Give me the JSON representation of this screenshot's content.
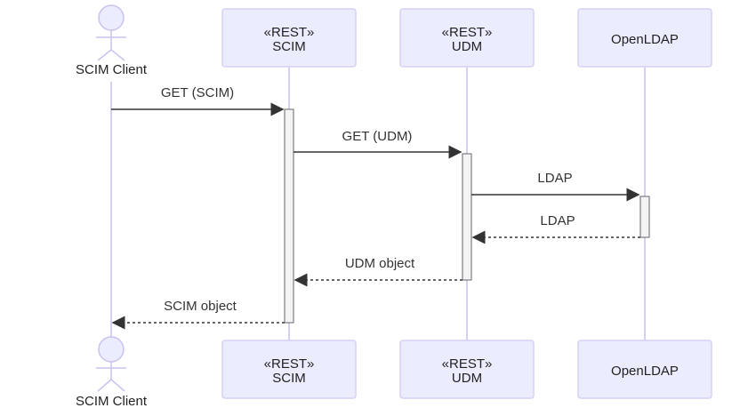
{
  "participants": [
    {
      "id": "client",
      "kind": "actor",
      "label": "SCIM Client"
    },
    {
      "id": "scim",
      "kind": "box",
      "stereotype": "«REST»",
      "label": "SCIM"
    },
    {
      "id": "udm",
      "kind": "box",
      "stereotype": "«REST»",
      "label": "UDM"
    },
    {
      "id": "ldap",
      "kind": "box",
      "stereotype": "",
      "label": "OpenLDAP"
    }
  ],
  "messages": [
    {
      "from": "client",
      "to": "scim",
      "label": "GET (SCIM)",
      "style": "solid"
    },
    {
      "from": "scim",
      "to": "udm",
      "label": "GET (UDM)",
      "style": "solid"
    },
    {
      "from": "udm",
      "to": "ldap",
      "label": "LDAP",
      "style": "solid"
    },
    {
      "from": "ldap",
      "to": "udm",
      "label": "LDAP",
      "style": "dashed"
    },
    {
      "from": "udm",
      "to": "scim",
      "label": "UDM object",
      "style": "dashed"
    },
    {
      "from": "scim",
      "to": "client",
      "label": "SCIM object",
      "style": "dashed"
    }
  ],
  "colors": {
    "box_fill": "#ECECFF",
    "box_stroke": "#D6D0F4",
    "lifeline": "#C9C2EE",
    "arrow": "#333333",
    "activation_fill": "#F4F4F4",
    "activation_stroke": "#666666"
  }
}
